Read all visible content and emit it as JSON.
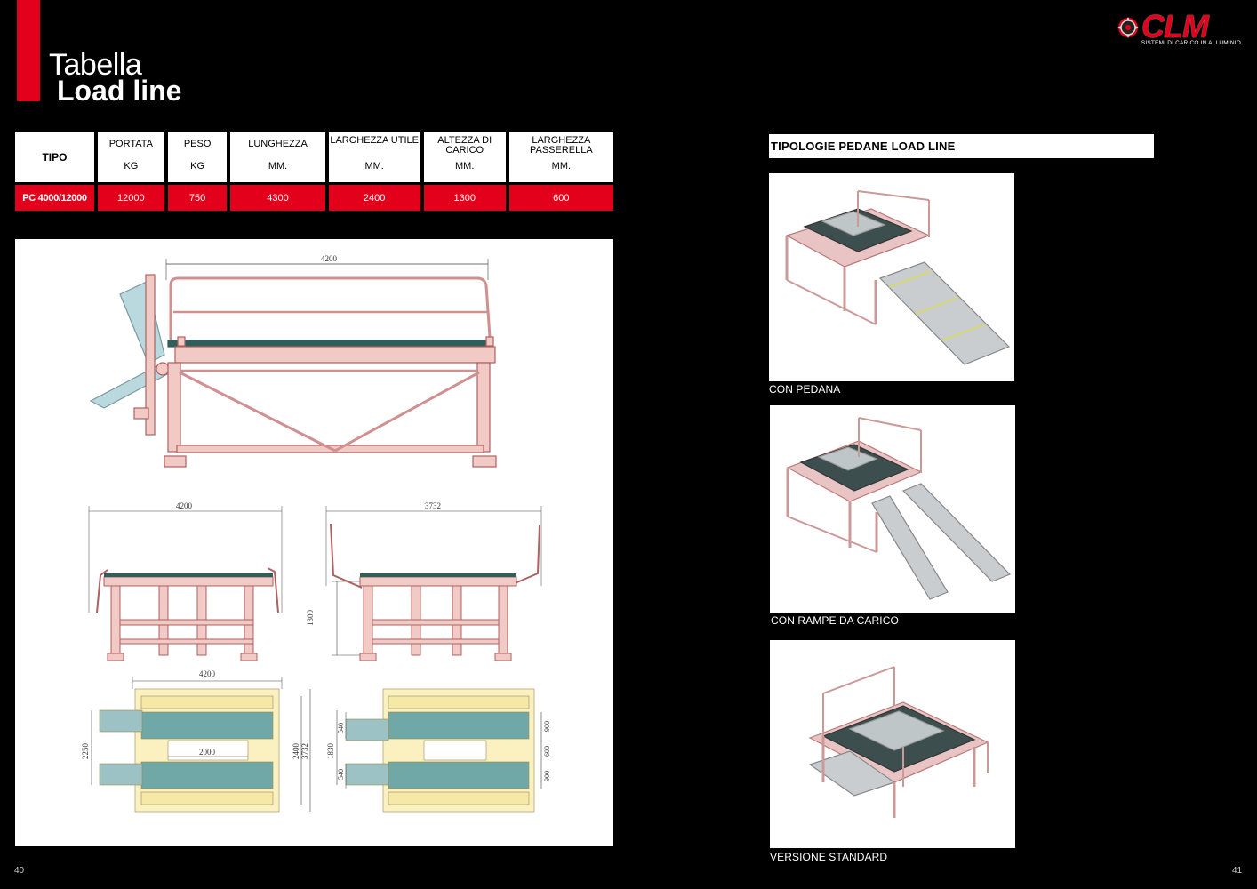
{
  "header": {
    "title_light": "Tabella",
    "title_bold": "Load line"
  },
  "logo": {
    "brand": "CLM",
    "tagline": "SISTEMI DI CARICO IN ALLUMINIO",
    "brand_color": "#e3001b"
  },
  "spec_table": {
    "tipo_header": "TIPO",
    "columns": [
      {
        "name": "PORTATA",
        "unit": "KG"
      },
      {
        "name": "PESO",
        "unit": "KG"
      },
      {
        "name": "LUNGHEZZA",
        "unit": "MM."
      },
      {
        "name": "LARGHEZZA UTILE",
        "unit": "MM."
      },
      {
        "name": "ALTEZZA DI CARICO",
        "unit": "MM."
      },
      {
        "name": "LARGHEZZA PASSERELLA",
        "unit": "MM."
      }
    ],
    "row": {
      "code": "PC 4000/12000",
      "values": [
        "12000",
        "750",
        "4300",
        "2400",
        "1300",
        "600"
      ]
    }
  },
  "drawing": {
    "dim_top_length": "4200",
    "dim_front_width": "4200",
    "dim_side_width": "3732",
    "dim_height": "1300",
    "dim_plan_length": "4200",
    "dim_plan_inner": "2000",
    "dim_plan_total": "2250",
    "dim_plan_2400": "2400",
    "dim_plan_3732": "3732",
    "dim_plan2_1830": "1830",
    "dim_plan2_540a": "540",
    "dim_plan2_540b": "540",
    "dim_plan2_900a": "900",
    "dim_plan2_600": "600",
    "dim_plan2_900b": "900"
  },
  "types": {
    "heading": "TIPOLOGIE PEDANE LOAD LINE",
    "items": [
      {
        "caption": "CON PEDANA"
      },
      {
        "caption": "CON RAMPE DA CARICO"
      },
      {
        "caption": "VERSIONE STANDARD"
      }
    ]
  },
  "pages": {
    "left": "40",
    "right": "41"
  }
}
